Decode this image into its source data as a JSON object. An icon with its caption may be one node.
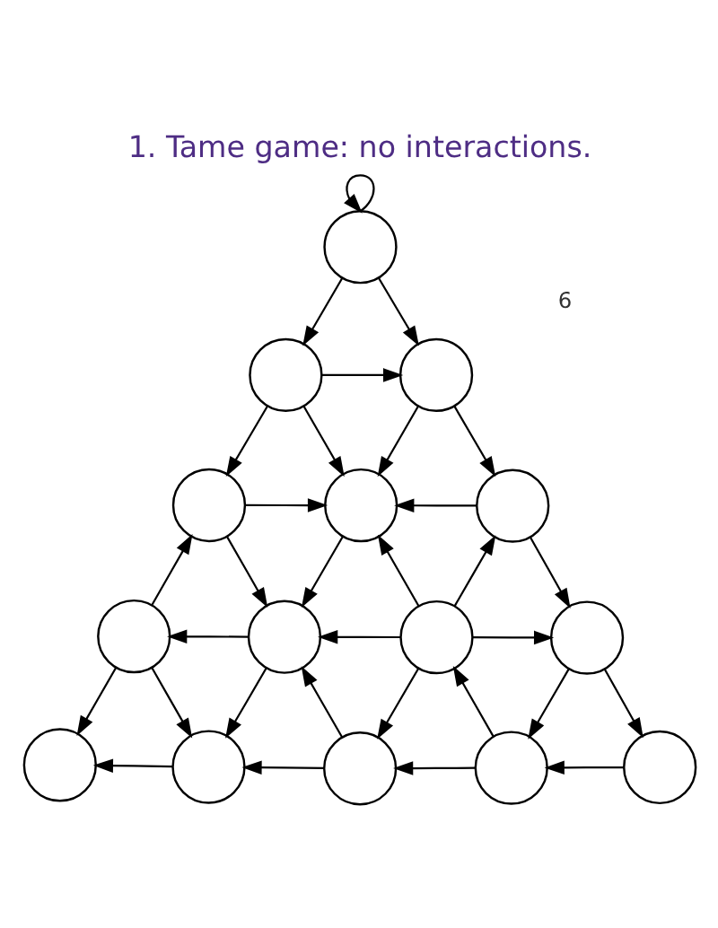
{
  "diagram": {
    "title": "1. Tame game: no interactions.",
    "nodes": [
      {
        "text": [],
        "shape": "circle"
      },
      {
        "text": [],
        "shape": "circle"
      },
      {
        "text": [],
        "shape": "circle"
      },
      {
        "text": [],
        "shape": "circle"
      },
      {
        "text": [],
        "shape": "circle"
      },
      {
        "text": [],
        "shape": "circle"
      },
      {
        "text": [],
        "shape": "circle"
      },
      {
        "text": [],
        "shape": "circle"
      },
      {
        "text": [],
        "shape": "circle"
      },
      {
        "text": [],
        "shape": "circle"
      },
      {
        "text": [],
        "shape": "circle"
      },
      {
        "text": [],
        "shape": "circle"
      },
      {
        "text": [],
        "shape": "circle"
      },
      {
        "text": [],
        "shape": "circle"
      },
      {
        "text": [],
        "shape": "circle"
      }
    ],
    "edges": [
      {
        "from": 0,
        "to": 1,
        "arrow": "to"
      },
      {
        "from": 0,
        "to": 2,
        "arrow": "to"
      },
      {
        "from": 0,
        "to": 0,
        "arrow": "to"
      },
      {
        "from": 1,
        "to": 2,
        "arrow": "to"
      },
      {
        "from": 1,
        "to": 3,
        "arrow": "to"
      },
      {
        "from": 1,
        "to": 4,
        "arrow": "to"
      },
      {
        "from": 2,
        "to": 4,
        "arrow": "to"
      },
      {
        "from": 2,
        "to": 5,
        "arrow": "to"
      },
      {
        "from": 3,
        "to": 4,
        "arrow": "to"
      },
      {
        "from": 5,
        "to": 4,
        "arrow": "to"
      },
      {
        "from": 6,
        "to": 3,
        "arrow": "to"
      },
      {
        "from": 3,
        "to": 7,
        "arrow": "to"
      },
      {
        "from": 4,
        "to": 7,
        "arrow": "to"
      },
      {
        "from": 8,
        "to": 4,
        "arrow": "to"
      },
      {
        "from": 8,
        "to": 5,
        "arrow": "to"
      },
      {
        "from": 5,
        "to": 9,
        "arrow": "to"
      },
      {
        "from": 7,
        "to": 6,
        "arrow": "to"
      },
      {
        "from": 8,
        "to": 7,
        "arrow": "to"
      },
      {
        "from": 8,
        "to": 9,
        "arrow": "to"
      },
      {
        "from": 6,
        "to": 10,
        "arrow": "to"
      },
      {
        "from": 6,
        "to": 11,
        "arrow": "to"
      },
      {
        "from": 7,
        "to": 11,
        "arrow": "to"
      },
      {
        "from": 12,
        "to": 7,
        "arrow": "to"
      },
      {
        "from": 8,
        "to": 12,
        "arrow": "to"
      },
      {
        "from": 13,
        "to": 8,
        "arrow": "to"
      },
      {
        "from": 9,
        "to": 13,
        "arrow": "to"
      },
      {
        "from": 9,
        "to": 14,
        "arrow": "to"
      },
      {
        "from": 11,
        "to": 10,
        "arrow": "to"
      },
      {
        "from": 12,
        "to": 11,
        "arrow": "to"
      },
      {
        "from": 13,
        "to": 12,
        "arrow": "to"
      },
      {
        "from": 14,
        "to": 13,
        "arrow": "to"
      }
    ],
    "labels": [
      "6"
    ]
  }
}
